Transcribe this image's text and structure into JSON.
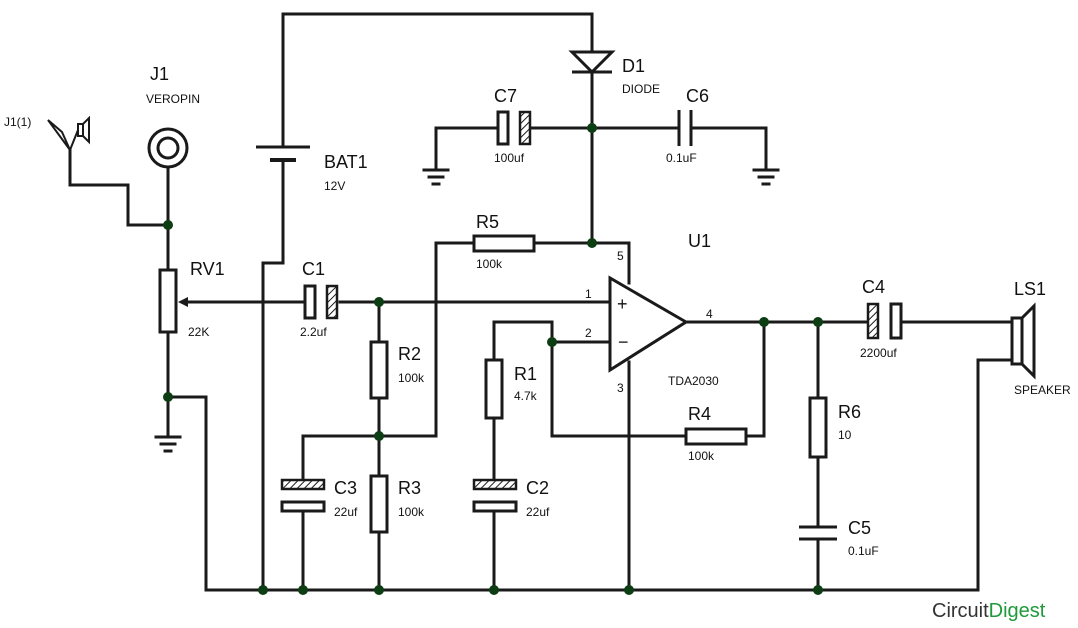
{
  "components": {
    "j1": {
      "ref": "J1",
      "value": "VEROPIN"
    },
    "j1_probe": {
      "label": "J1(1)"
    },
    "bat1": {
      "ref": "BAT1",
      "value": "12V"
    },
    "d1": {
      "ref": "D1",
      "value": "DIODE"
    },
    "c7": {
      "ref": "C7",
      "value": "100uf"
    },
    "c6": {
      "ref": "C6",
      "value": "0.1uF"
    },
    "r5": {
      "ref": "R5",
      "value": "100k"
    },
    "u1": {
      "ref": "U1",
      "value": "TDA2030"
    },
    "rv1": {
      "ref": "RV1",
      "value": "22K"
    },
    "c1": {
      "ref": "C1",
      "value": "2.2uf"
    },
    "c4": {
      "ref": "C4",
      "value": "2200uf"
    },
    "ls1": {
      "ref": "LS1",
      "value": "SPEAKER"
    },
    "r2": {
      "ref": "R2",
      "value": "100k"
    },
    "r1": {
      "ref": "R1",
      "value": "4.7k"
    },
    "r6": {
      "ref": "R6",
      "value": "10"
    },
    "r4": {
      "ref": "R4",
      "value": "100k"
    },
    "c3": {
      "ref": "C3",
      "value": "22uf"
    },
    "r3": {
      "ref": "R3",
      "value": "100k"
    },
    "c2": {
      "ref": "C2",
      "value": "22uf"
    },
    "c5": {
      "ref": "C5",
      "value": "0.1uF"
    }
  },
  "pins": {
    "p1": "1",
    "p2": "2",
    "p3": "3",
    "p4": "4",
    "p5": "5"
  },
  "opamp_signs": {
    "plus": "+",
    "minus": "−"
  },
  "branding": {
    "part1": "Circuit",
    "part2": "Digest"
  },
  "colors": {
    "wire": "#1a1a1a",
    "junction": "#0d3d12",
    "brand_accent": "#1f9a3a"
  }
}
